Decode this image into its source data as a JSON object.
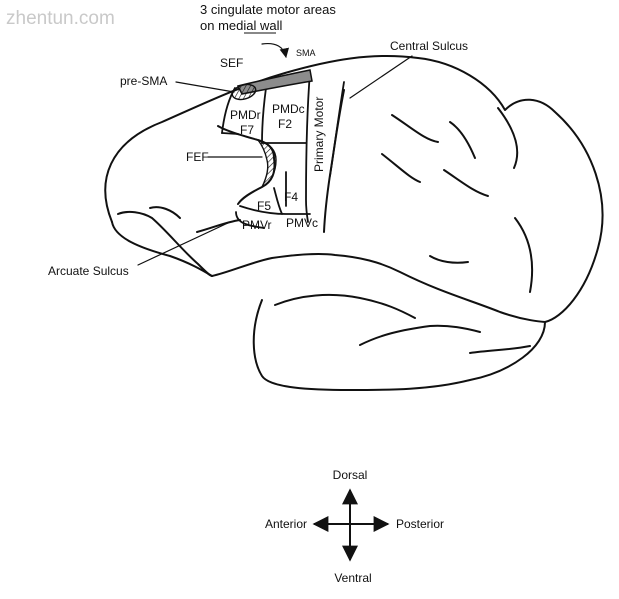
{
  "watermark": "zhentun.com",
  "colors": {
    "ink": "#111111",
    "shade": "#8c8c8c",
    "watermark": "#c9c9c9"
  },
  "diagram": {
    "cingulate_note_line1": "3 cingulate motor areas",
    "cingulate_note_line2": "on medial wall",
    "labels": {
      "sma": "SMA",
      "sef": "SEF",
      "pre_sma": "pre-SMA",
      "central_sulcus": "Central Sulcus",
      "pmdr": "PMDr",
      "f7": "F7",
      "pmdc": "PMDc",
      "f2": "F2",
      "primary_motor": "Primary Motor",
      "fef": "FEF",
      "f5": "F5",
      "f4": "F4",
      "pmvr": "PMVr",
      "pmvc": "PMVc",
      "arcuate_sulcus": "Arcuate Sulcus"
    }
  },
  "compass": {
    "up": "Dorsal",
    "down": "Ventral",
    "left": "Anterior",
    "right": "Posterior"
  }
}
